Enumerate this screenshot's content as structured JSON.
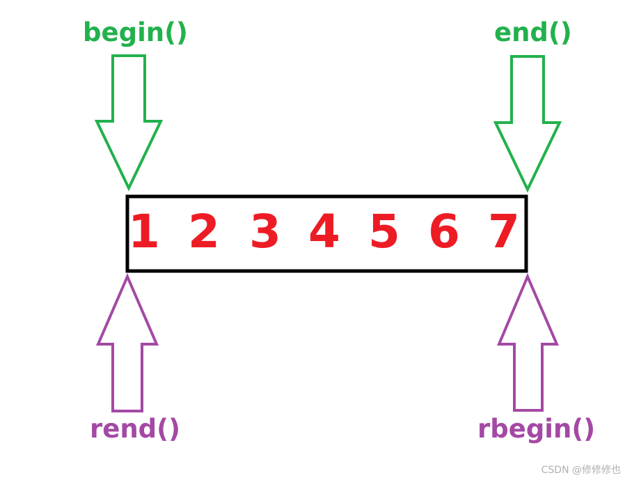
{
  "labels": {
    "begin": "begin()",
    "end": "end()",
    "rend": "rend()",
    "rbegin": "rbegin()"
  },
  "elements": [
    "1",
    "2",
    "3",
    "4",
    "5",
    "6",
    "7"
  ],
  "watermark": "CSDN @修修修也",
  "colors": {
    "forward": "#22b14c",
    "reverse": "#a349a4",
    "digits": "#ed1c24",
    "box": "#000000"
  }
}
